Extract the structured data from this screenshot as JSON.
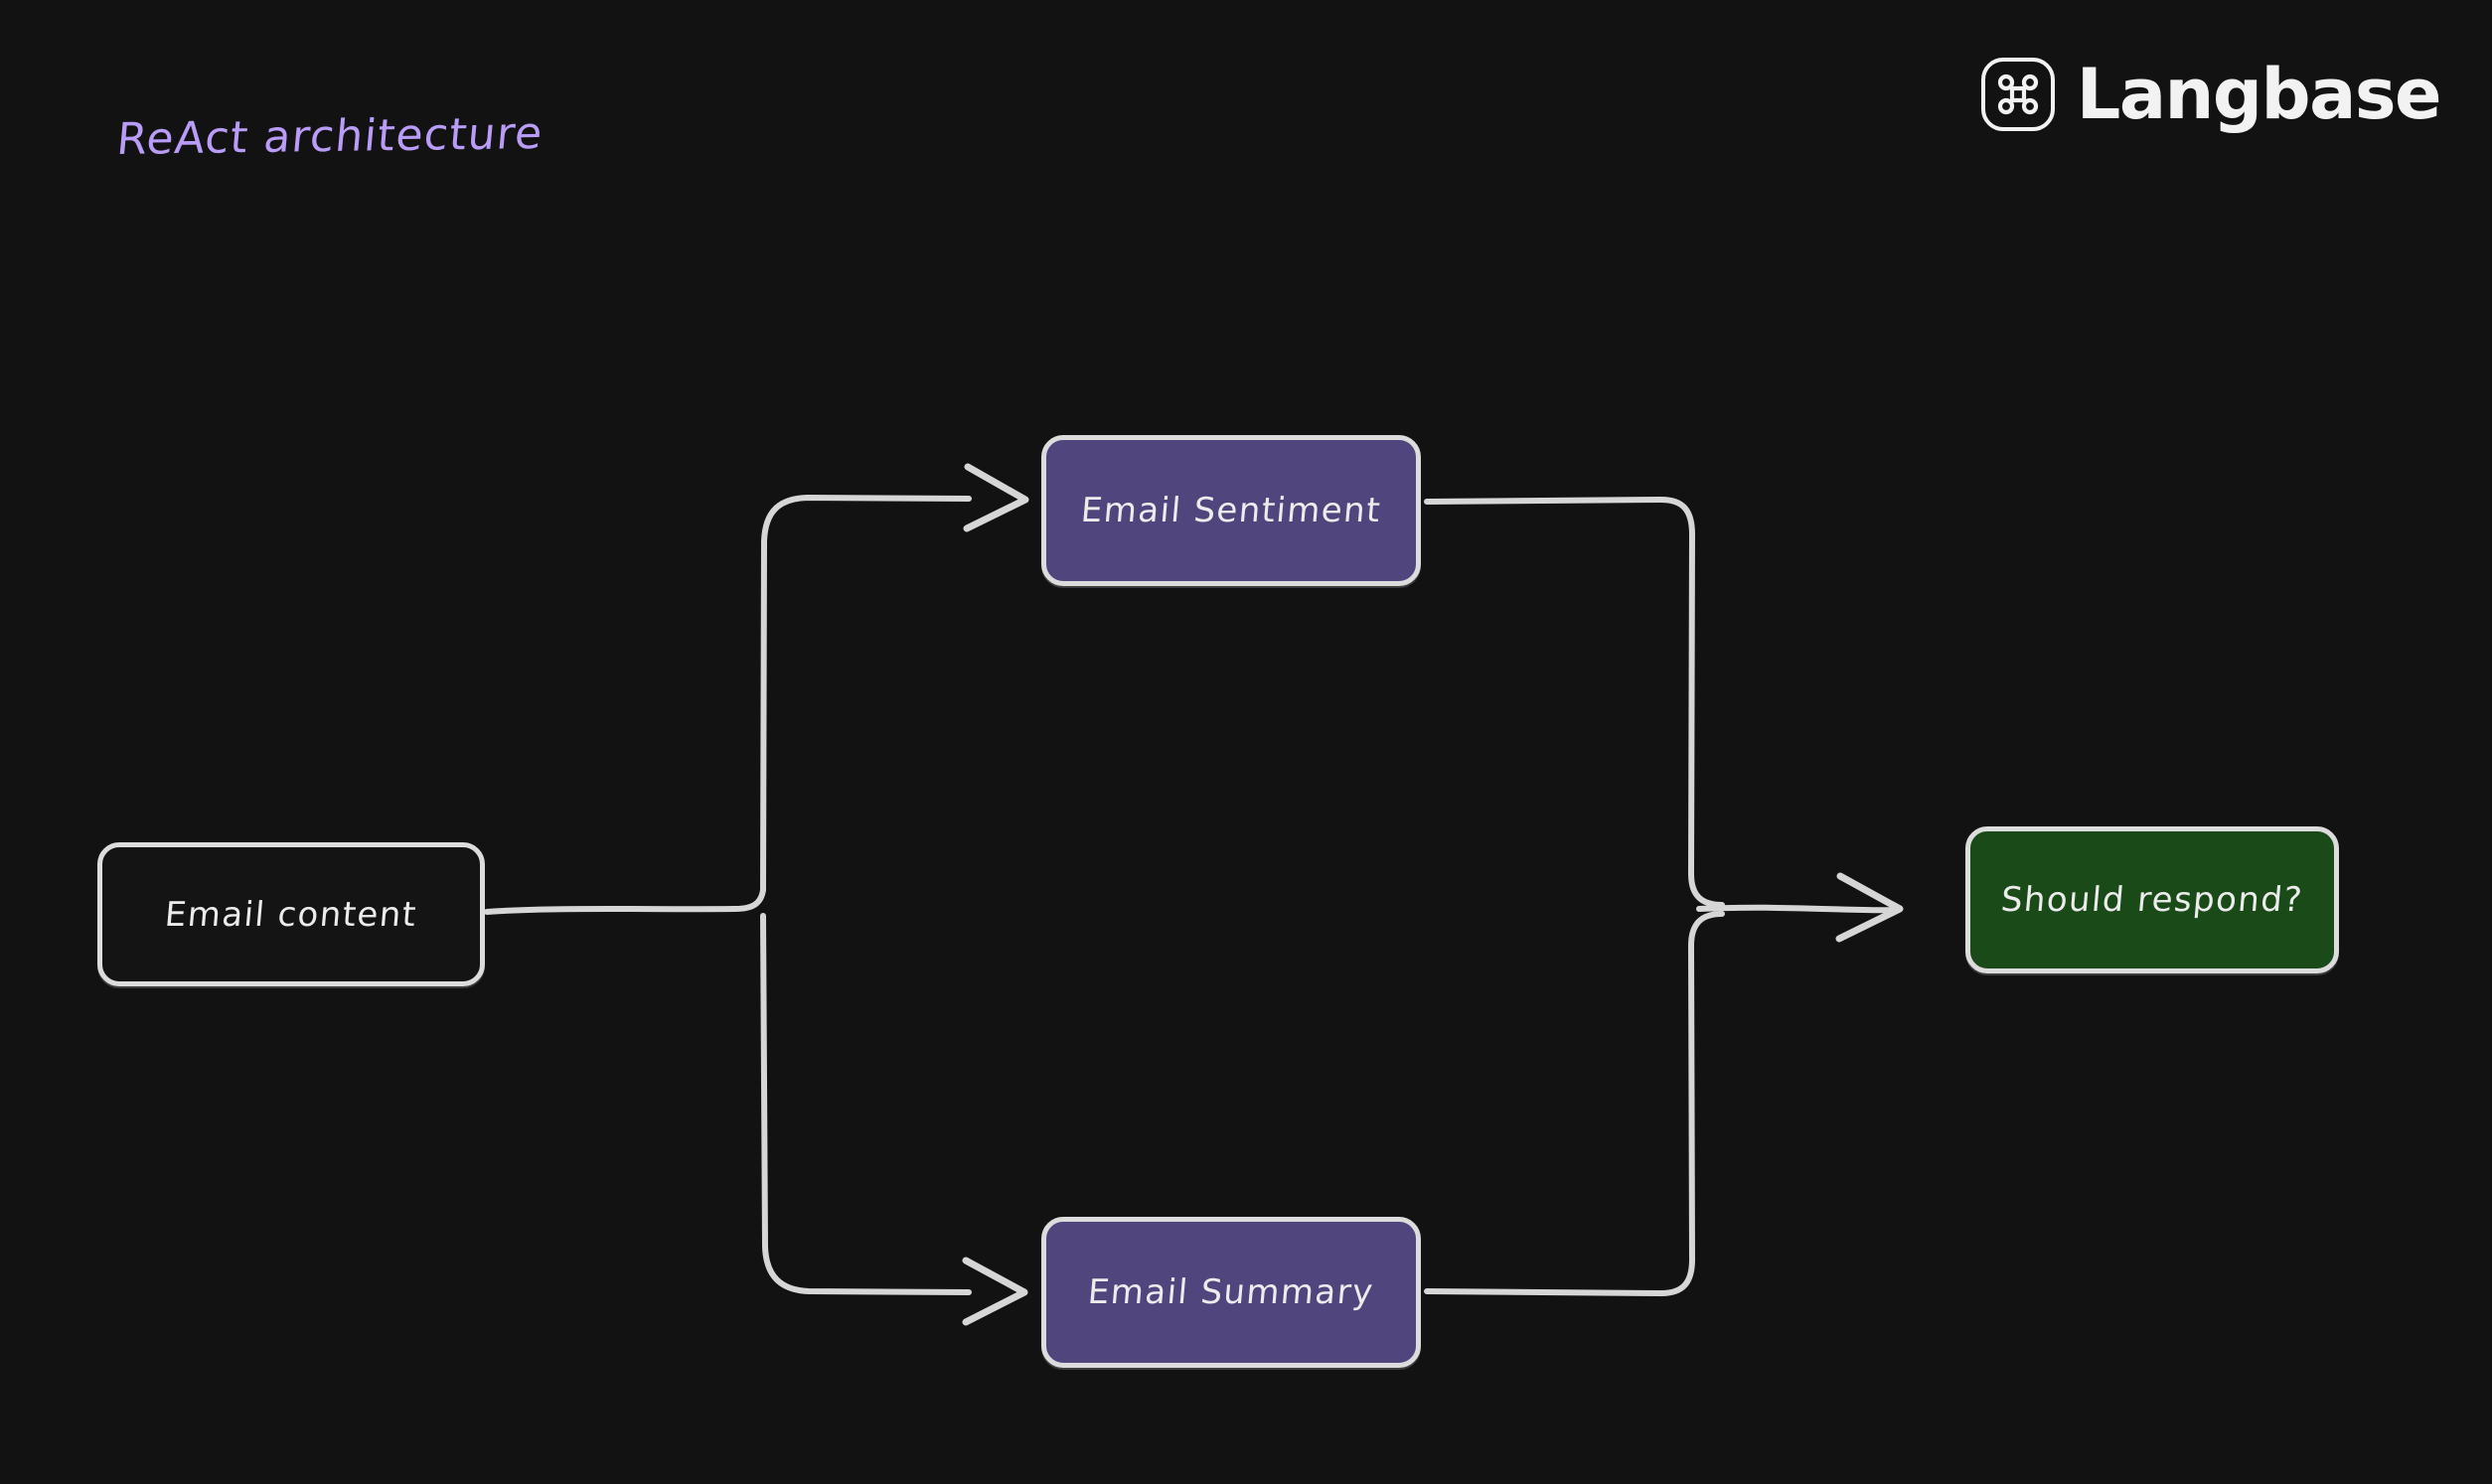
{
  "page": {
    "background_color": "#121212",
    "title": "ReAct architecture",
    "title_color": "#b99cf7"
  },
  "brand": {
    "name": "Langbase",
    "mark_icon": "command-key-icon",
    "mark_glyph": "⌘",
    "color": "#f2f2f2"
  },
  "diagram": {
    "type": "flowchart",
    "style": "hand-drawn",
    "direction": "left-to-right",
    "edge_color": "#d6d6d6",
    "nodes": [
      {
        "id": "email-content",
        "label": "Email content",
        "fill": "#141414",
        "stroke": "#dcdcdc",
        "role": "input"
      },
      {
        "id": "email-sentiment",
        "label": "Email Sentiment",
        "fill": "#50457d",
        "stroke": "#dcdcdc",
        "role": "agent"
      },
      {
        "id": "email-summary",
        "label": "Email Summary",
        "fill": "#50457d",
        "stroke": "#dcdcdc",
        "role": "agent"
      },
      {
        "id": "should-respond",
        "label": "Should respond?",
        "fill": "#1a4a18",
        "stroke": "#dcdcdc",
        "role": "decision"
      }
    ],
    "edges": [
      {
        "from": "email-content",
        "to": "email-sentiment",
        "arrow": true
      },
      {
        "from": "email-content",
        "to": "email-summary",
        "arrow": true
      },
      {
        "from": "email-sentiment",
        "to": "should-respond",
        "arrow": true
      },
      {
        "from": "email-summary",
        "to": "should-respond",
        "arrow": true
      }
    ]
  }
}
